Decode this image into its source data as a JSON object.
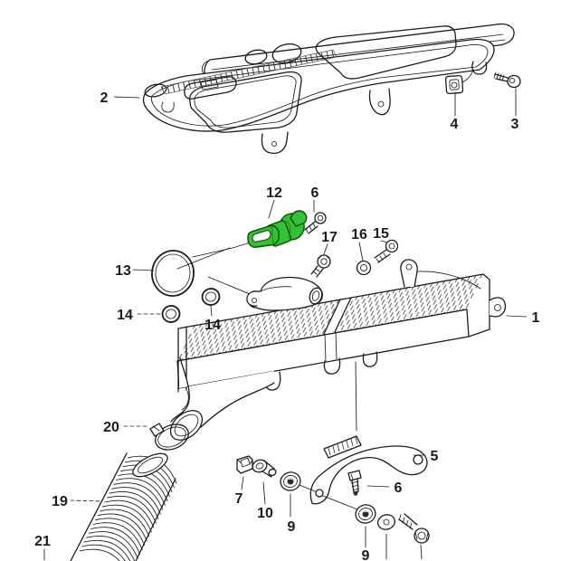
{
  "diagram": {
    "colors": {
      "line": "#1c1c1c",
      "background": "#ffffff",
      "highlight_green": "#35c135",
      "highlight_green_dark": "#0a4a0a",
      "highlight_green_shade": "#1d8a1d"
    },
    "labels": [
      {
        "text": "2"
      },
      {
        "text": "4"
      },
      {
        "text": "3"
      },
      {
        "text": "12"
      },
      {
        "text": "6"
      },
      {
        "text": "17"
      },
      {
        "text": "16"
      },
      {
        "text": "15"
      },
      {
        "text": "13"
      },
      {
        "text": "14"
      },
      {
        "text": "14"
      },
      {
        "text": "1"
      },
      {
        "text": "20"
      },
      {
        "text": "19"
      },
      {
        "text": "21"
      },
      {
        "text": "7"
      },
      {
        "text": "10"
      },
      {
        "text": "9"
      },
      {
        "text": "9"
      },
      {
        "text": "5"
      },
      {
        "text": "6"
      }
    ]
  }
}
